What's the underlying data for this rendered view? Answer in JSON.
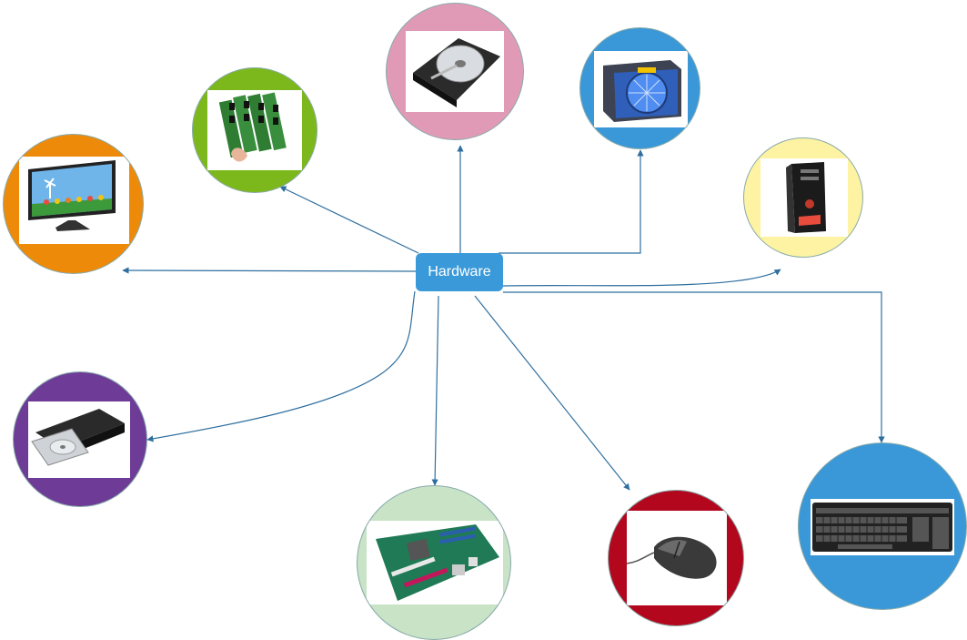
{
  "hub": {
    "label": "Hardware",
    "color": "#3a9ad9"
  },
  "edge_color": "#2f6f9f",
  "components": [
    {
      "id": "monitor",
      "icon": "monitor-icon",
      "color": "#ee8a0a"
    },
    {
      "id": "ram",
      "icon": "ram-module-icon",
      "color": "#7cb81c"
    },
    {
      "id": "hard-drive",
      "icon": "hard-drive-icon",
      "color": "#e19ab6"
    },
    {
      "id": "power-supply",
      "icon": "power-supply-icon",
      "color": "#3a98d8"
    },
    {
      "id": "tower-case",
      "icon": "pc-tower-icon",
      "color": "#fdf3a3"
    },
    {
      "id": "optical-drive",
      "icon": "optical-drive-icon",
      "color": "#6e3b97"
    },
    {
      "id": "motherboard",
      "icon": "motherboard-icon",
      "color": "#c8e3c6"
    },
    {
      "id": "mouse",
      "icon": "mouse-icon",
      "color": "#b3071d"
    },
    {
      "id": "keyboard",
      "icon": "keyboard-icon",
      "color": "#3a98d8"
    }
  ]
}
